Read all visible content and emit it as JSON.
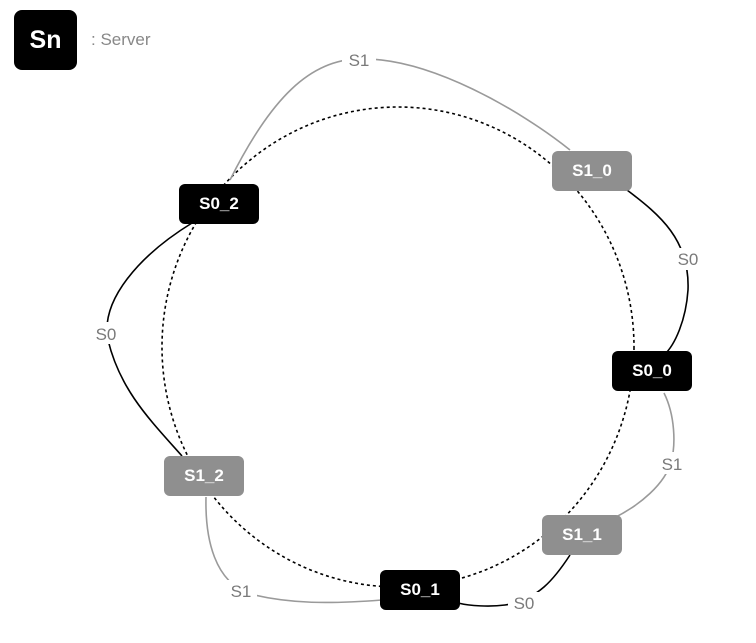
{
  "legend": {
    "symbol": "Sn",
    "text": ": Server"
  },
  "nodes": [
    {
      "id": "S1_0",
      "label": "S1_0",
      "kind": "replica"
    },
    {
      "id": "S0_0",
      "label": "S0_0",
      "kind": "primary"
    },
    {
      "id": "S1_1",
      "label": "S1_1",
      "kind": "replica"
    },
    {
      "id": "S0_1",
      "label": "S0_1",
      "kind": "primary"
    },
    {
      "id": "S1_2",
      "label": "S1_2",
      "kind": "replica"
    },
    {
      "id": "S0_2",
      "label": "S0_2",
      "kind": "primary"
    }
  ],
  "edges": [
    {
      "from": "S0_2",
      "to": "S1_0",
      "label": "S1",
      "series": "S1"
    },
    {
      "from": "S1_0",
      "to": "S0_0",
      "label": "S0",
      "series": "S0"
    },
    {
      "from": "S0_0",
      "to": "S1_1",
      "label": "S1",
      "series": "S1"
    },
    {
      "from": "S1_1",
      "to": "S0_1",
      "label": "S0",
      "series": "S0"
    },
    {
      "from": "S0_1",
      "to": "S1_2",
      "label": "S1",
      "series": "S1"
    },
    {
      "from": "S1_2",
      "to": "S0_2",
      "label": "S0",
      "series": "S0"
    }
  ],
  "colors": {
    "primary": "#000000",
    "replica": "#8f8f8f",
    "S0": "#000000",
    "S1": "#9a9a9a",
    "ring": "#000000",
    "label": "#7a7a7a"
  }
}
